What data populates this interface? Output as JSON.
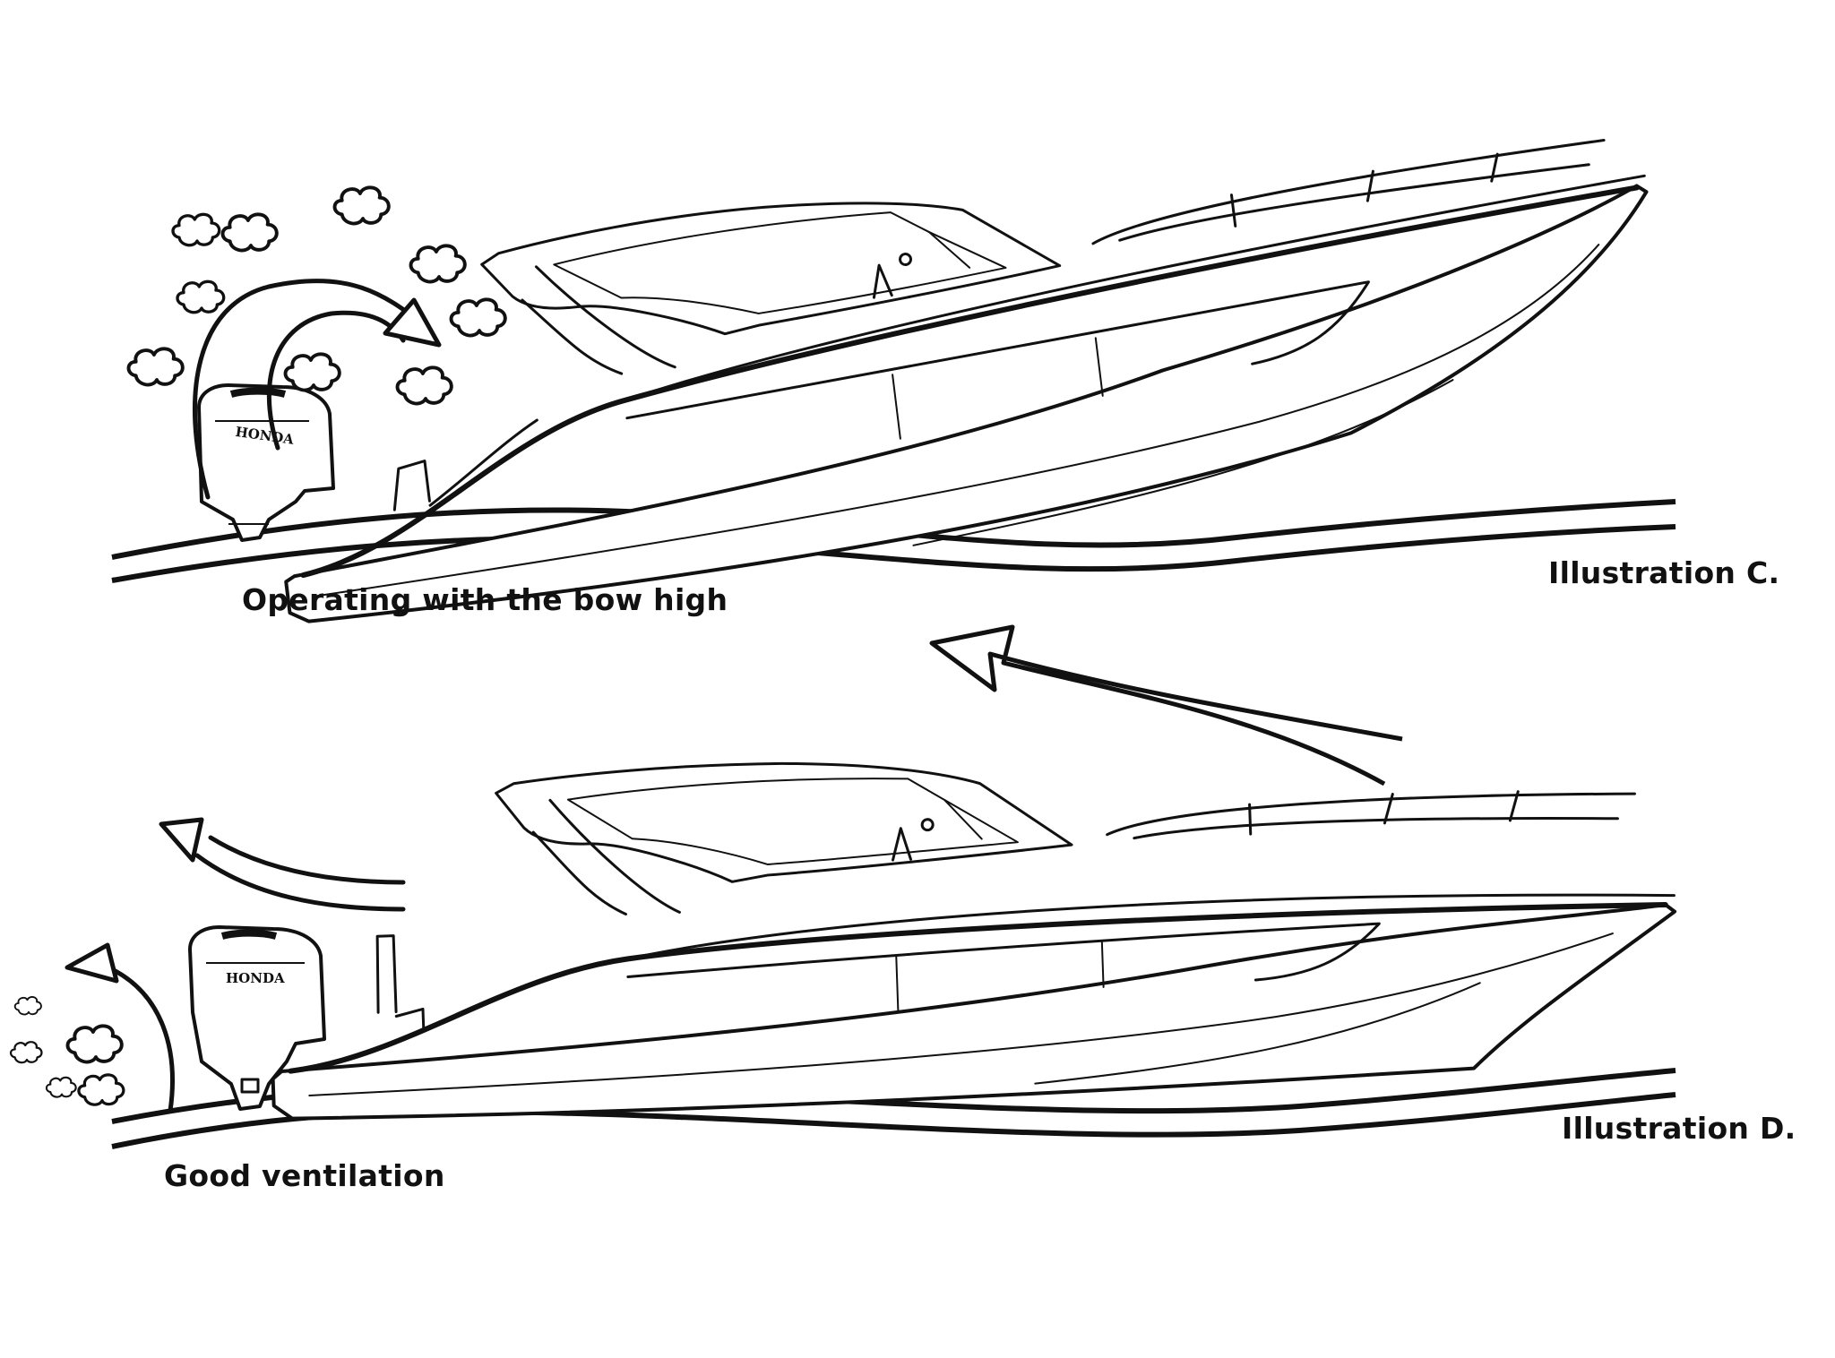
{
  "panels": [
    {
      "id": "C",
      "caption": "Operating with the bow high",
      "illustration_label": "Illustration C.",
      "engine_brand": "HONDA"
    },
    {
      "id": "D",
      "caption": "Good ventilation",
      "illustration_label": "Illustration D.",
      "engine_brand": "HONDA"
    }
  ],
  "colors": {
    "line": "#111111",
    "background": "#ffffff"
  }
}
